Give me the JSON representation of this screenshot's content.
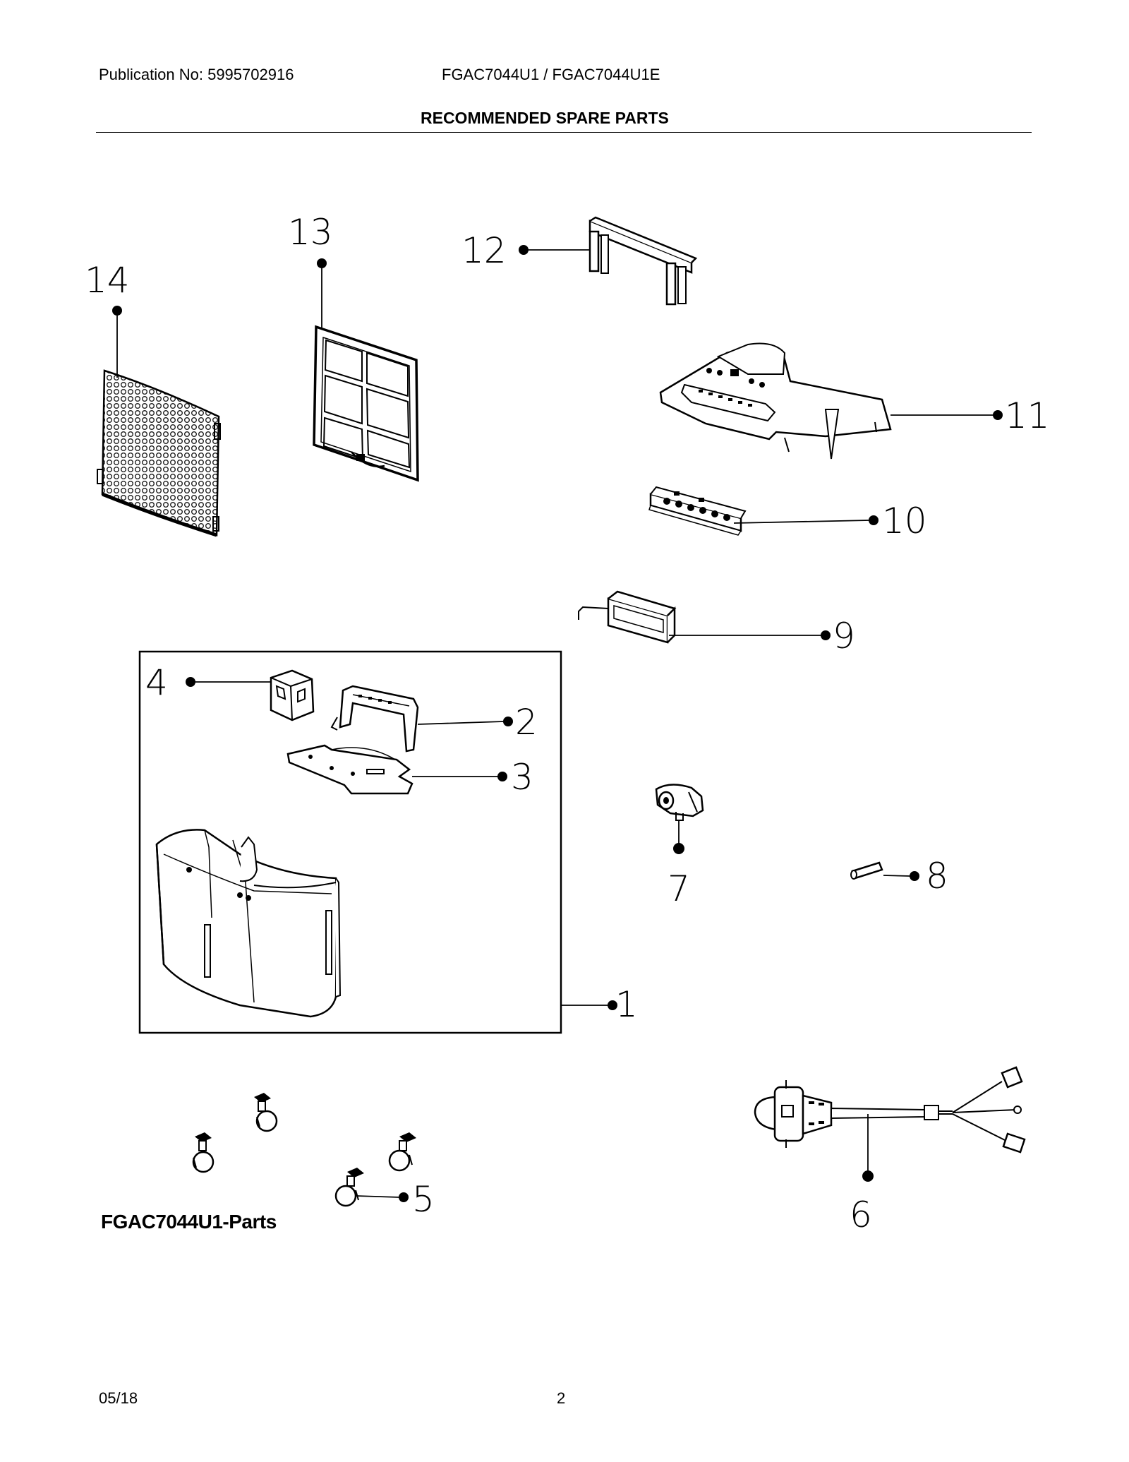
{
  "header": {
    "publication": "Publication No: 5995702916",
    "models": "FGAC7044U1 / FGAC7044U1E",
    "title": "RECOMMENDED SPARE PARTS"
  },
  "caption": "FGAC7044U1-Parts",
  "footer": {
    "date": "05/18",
    "page": "2"
  },
  "callouts": [
    "1",
    "2",
    "3",
    "4",
    "5",
    "6",
    "7",
    "8",
    "9",
    "10",
    "11",
    "12",
    "13",
    "14"
  ]
}
